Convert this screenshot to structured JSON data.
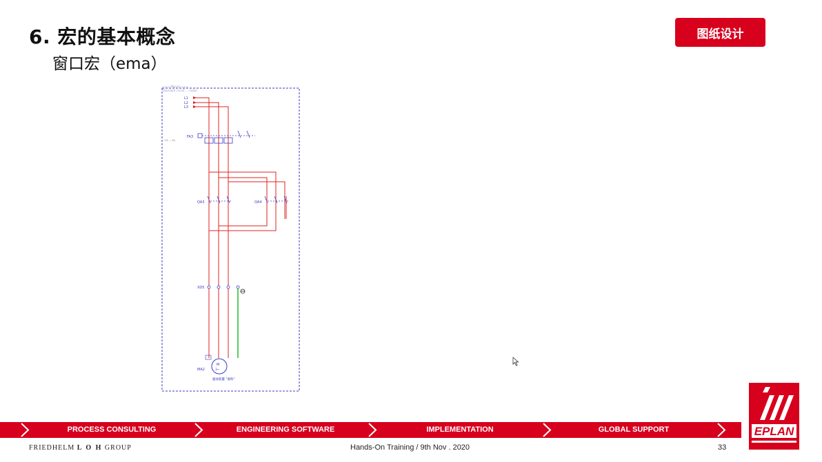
{
  "slide": {
    "title": "6. 宏的基本概念",
    "subtitle": "窗口宏（ema）",
    "badge": "图纸设计"
  },
  "schematic": {
    "header_lines": [
      "=== Macros ===",
      "Standard circuit ... motor"
    ],
    "terminals": [
      "L1",
      "L2",
      "L3"
    ],
    "breaker": "FA3",
    "breaker_rating": "1.6 ... 2A",
    "contactors": [
      "QA3",
      "QA4"
    ],
    "terminal_strip": "XD5",
    "motor_tag": "MA2",
    "motor_label": "M\n3~",
    "motor_caption": "驱动装置 \"进料\""
  },
  "banner": {
    "items": [
      "PROCESS CONSULTING",
      "ENGINEERING SOFTWARE",
      "IMPLEMENTATION",
      "GLOBAL SUPPORT"
    ]
  },
  "footer": {
    "company_a": "FRIEDHELM ",
    "company_b": "L O H",
    "company_c": " GROUP",
    "center": "Hands-On Training / 9th Nov . 2020",
    "page": "33"
  },
  "logo": {
    "text": "EPLAN",
    "color": "#d7001d"
  },
  "colors": {
    "accent": "#d7001d",
    "wire": "#e02020",
    "frame": "#3a3ac0",
    "pe": "#22bb22"
  }
}
